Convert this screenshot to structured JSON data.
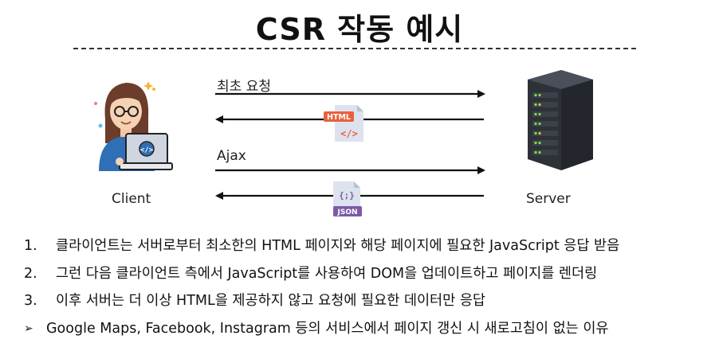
{
  "title": "CSR 작동 예시",
  "diagram": {
    "client_label": "Client",
    "server_label": "Server",
    "request1_label": "최초 요청",
    "request2_label": "Ajax",
    "html_icon_text": "HTML",
    "html_icon_symbol": "</>",
    "json_icon_text": "JSON",
    "json_icon_symbol": "{;}"
  },
  "steps": [
    {
      "marker": "1.",
      "text": "클라이언트는 서버로부터 최소한의 HTML 페이지와 해당 페이지에 필요한 JavaScript 응답 받음"
    },
    {
      "marker": "2.",
      "text": "그런 다음 클라이언트 측에서 JavaScript를 사용하여 DOM을 업데이트하고 페이지를 렌더링"
    },
    {
      "marker": "3.",
      "text": "이후 서버는 더 이상 HTML을 제공하지 않고 요청에 필요한 데이터만 응답"
    },
    {
      "marker": "➢",
      "text": "Google Maps, Facebook, Instagram 등의 서비스에서 페이지 갱신 시 새로고침이 없는 이유"
    }
  ],
  "colors": {
    "html_badge": "#e8603c",
    "json_badge": "#7d5aa8",
    "file_bg": "#dde3ee",
    "laptop": "#cfd6e0",
    "shirt": "#2f6fb6",
    "server_dark": "#2e3138",
    "server_light": "#4a4f59",
    "led_green": "#7ee04a"
  }
}
